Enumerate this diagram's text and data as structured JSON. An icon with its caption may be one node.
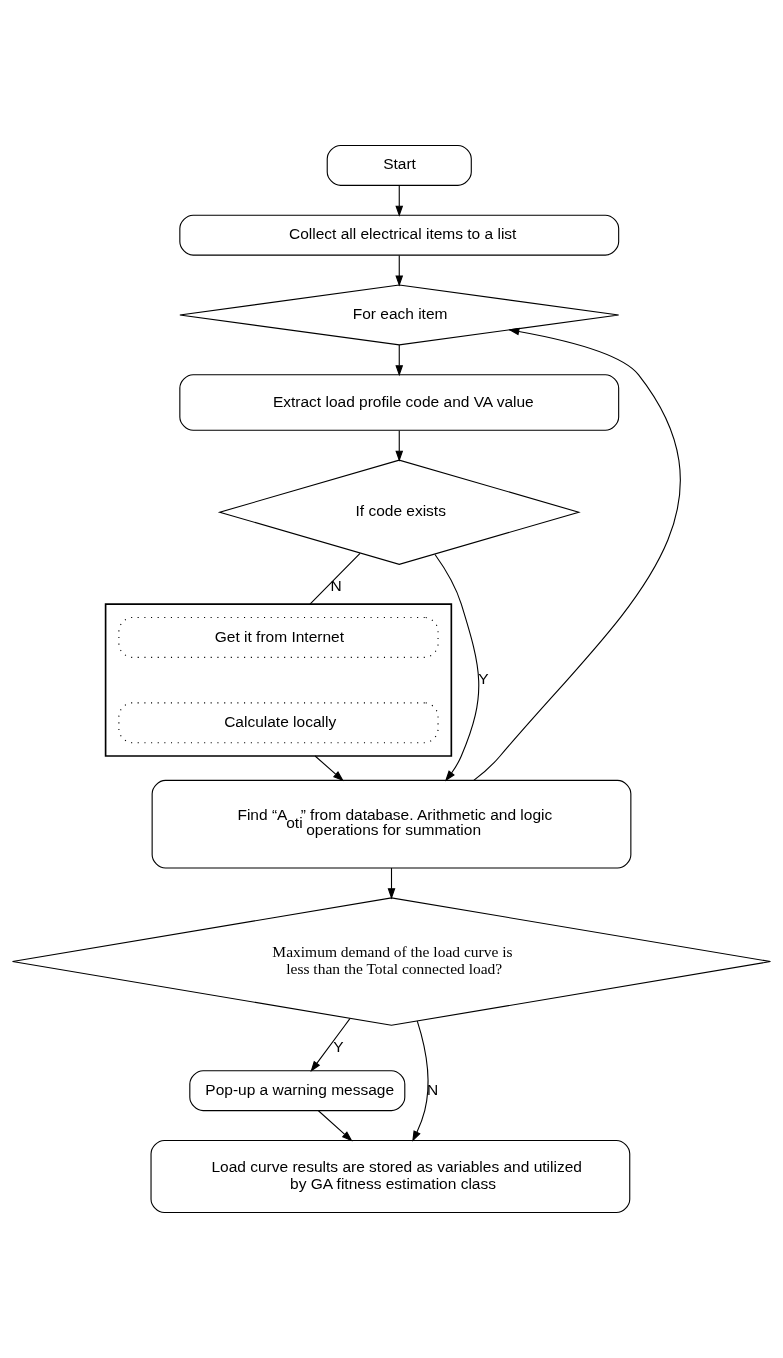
{
  "diagram": {
    "nodes": [
      {
        "text": [
          "Start"
        ]
      },
      {
        "text": [
          "Collect all electrical items to a list"
        ]
      },
      {
        "text": [
          "For each item"
        ]
      },
      {
        "text": [
          "Extract load profile code and VA value"
        ]
      },
      {
        "text": [
          "If code exists"
        ]
      },
      {
        "text": [],
        "shape": "box"
      },
      {
        "text": [
          "Get it from Internet"
        ],
        "in": 5
      },
      {
        "text": [
          "Calculate locally"
        ],
        "in": 5
      },
      {
        "text": [
          "Find “A$_{oti}$” from database. Arithmetic and logic operations for summation"
        ]
      },
      {
        "text": [
          "Maximum demand of the load curve is less than the Total connected load?"
        ]
      },
      {
        "text": [
          "Pop-up a warning message"
        ]
      },
      {
        "text": [
          "Load curve results are stored as variables and utilized by GA fitness estimation class"
        ]
      }
    ],
    "edges": [
      {
        "from": 0,
        "to": 1,
        "arrow": "to"
      },
      {
        "from": 1,
        "to": 2,
        "arrow": "to"
      },
      {
        "from": 2,
        "to": 3,
        "arrow": "to"
      },
      {
        "from": 3,
        "to": 4,
        "arrow": "to"
      },
      {
        "from": 4,
        "to": 8,
        "arrow": "to",
        "label": "Y"
      },
      {
        "from": 4,
        "to": 5,
        "arrow": "none",
        "label": "N"
      },
      {
        "from": 5,
        "to": 8,
        "arrow": "to"
      },
      {
        "from": 8,
        "to": 2,
        "arrow": "to"
      },
      {
        "from": 8,
        "to": 9,
        "arrow": "to"
      },
      {
        "from": 9,
        "to": 10,
        "arrow": "to",
        "label": "Y"
      },
      {
        "from": 9,
        "to": 11,
        "arrow": "to",
        "label": "N"
      },
      {
        "from": 10,
        "to": 11,
        "arrow": "to"
      }
    ]
  }
}
